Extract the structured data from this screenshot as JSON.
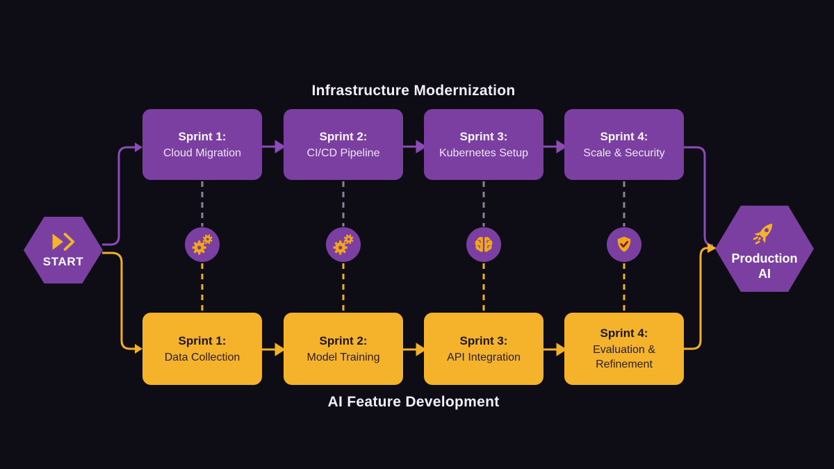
{
  "diagram": {
    "top_track_title": "Infrastructure Modernization",
    "bottom_track_title": "AI Feature Development",
    "start_label": "START",
    "end_label": "Production AI"
  },
  "infra_sprints": [
    {
      "title": "Sprint 1:",
      "subtitle": "Cloud Migration"
    },
    {
      "title": "Sprint 2:",
      "subtitle": "CI/CD Pipeline"
    },
    {
      "title": "Sprint 3:",
      "subtitle": "Kubernetes Setup"
    },
    {
      "title": "Sprint 4:",
      "subtitle": "Scale & Security"
    }
  ],
  "ai_sprints": [
    {
      "title": "Sprint 1:",
      "subtitle": "Data Collection"
    },
    {
      "title": "Sprint 2:",
      "subtitle": "Model Training"
    },
    {
      "title": "Sprint 3:",
      "subtitle": "API Integration"
    },
    {
      "title": "Sprint 4:",
      "subtitle": "Evaluation & Refinement"
    }
  ],
  "milestones": [
    {
      "icon": "gears-icon"
    },
    {
      "icon": "gears-icon"
    },
    {
      "icon": "brain-icon"
    },
    {
      "icon": "shield-check-icon"
    }
  ],
  "colors": {
    "background": "#0e0c15",
    "purple": "#7b3fa1",
    "purple_line": "#8d4bb8",
    "yellow": "#f5b32b",
    "yellow_line": "#f0b028",
    "dashed_connector": "#8d8099",
    "text_light": "#f2eff6",
    "text_dark": "#1d1626",
    "shield_check": "#6d1f3d"
  }
}
